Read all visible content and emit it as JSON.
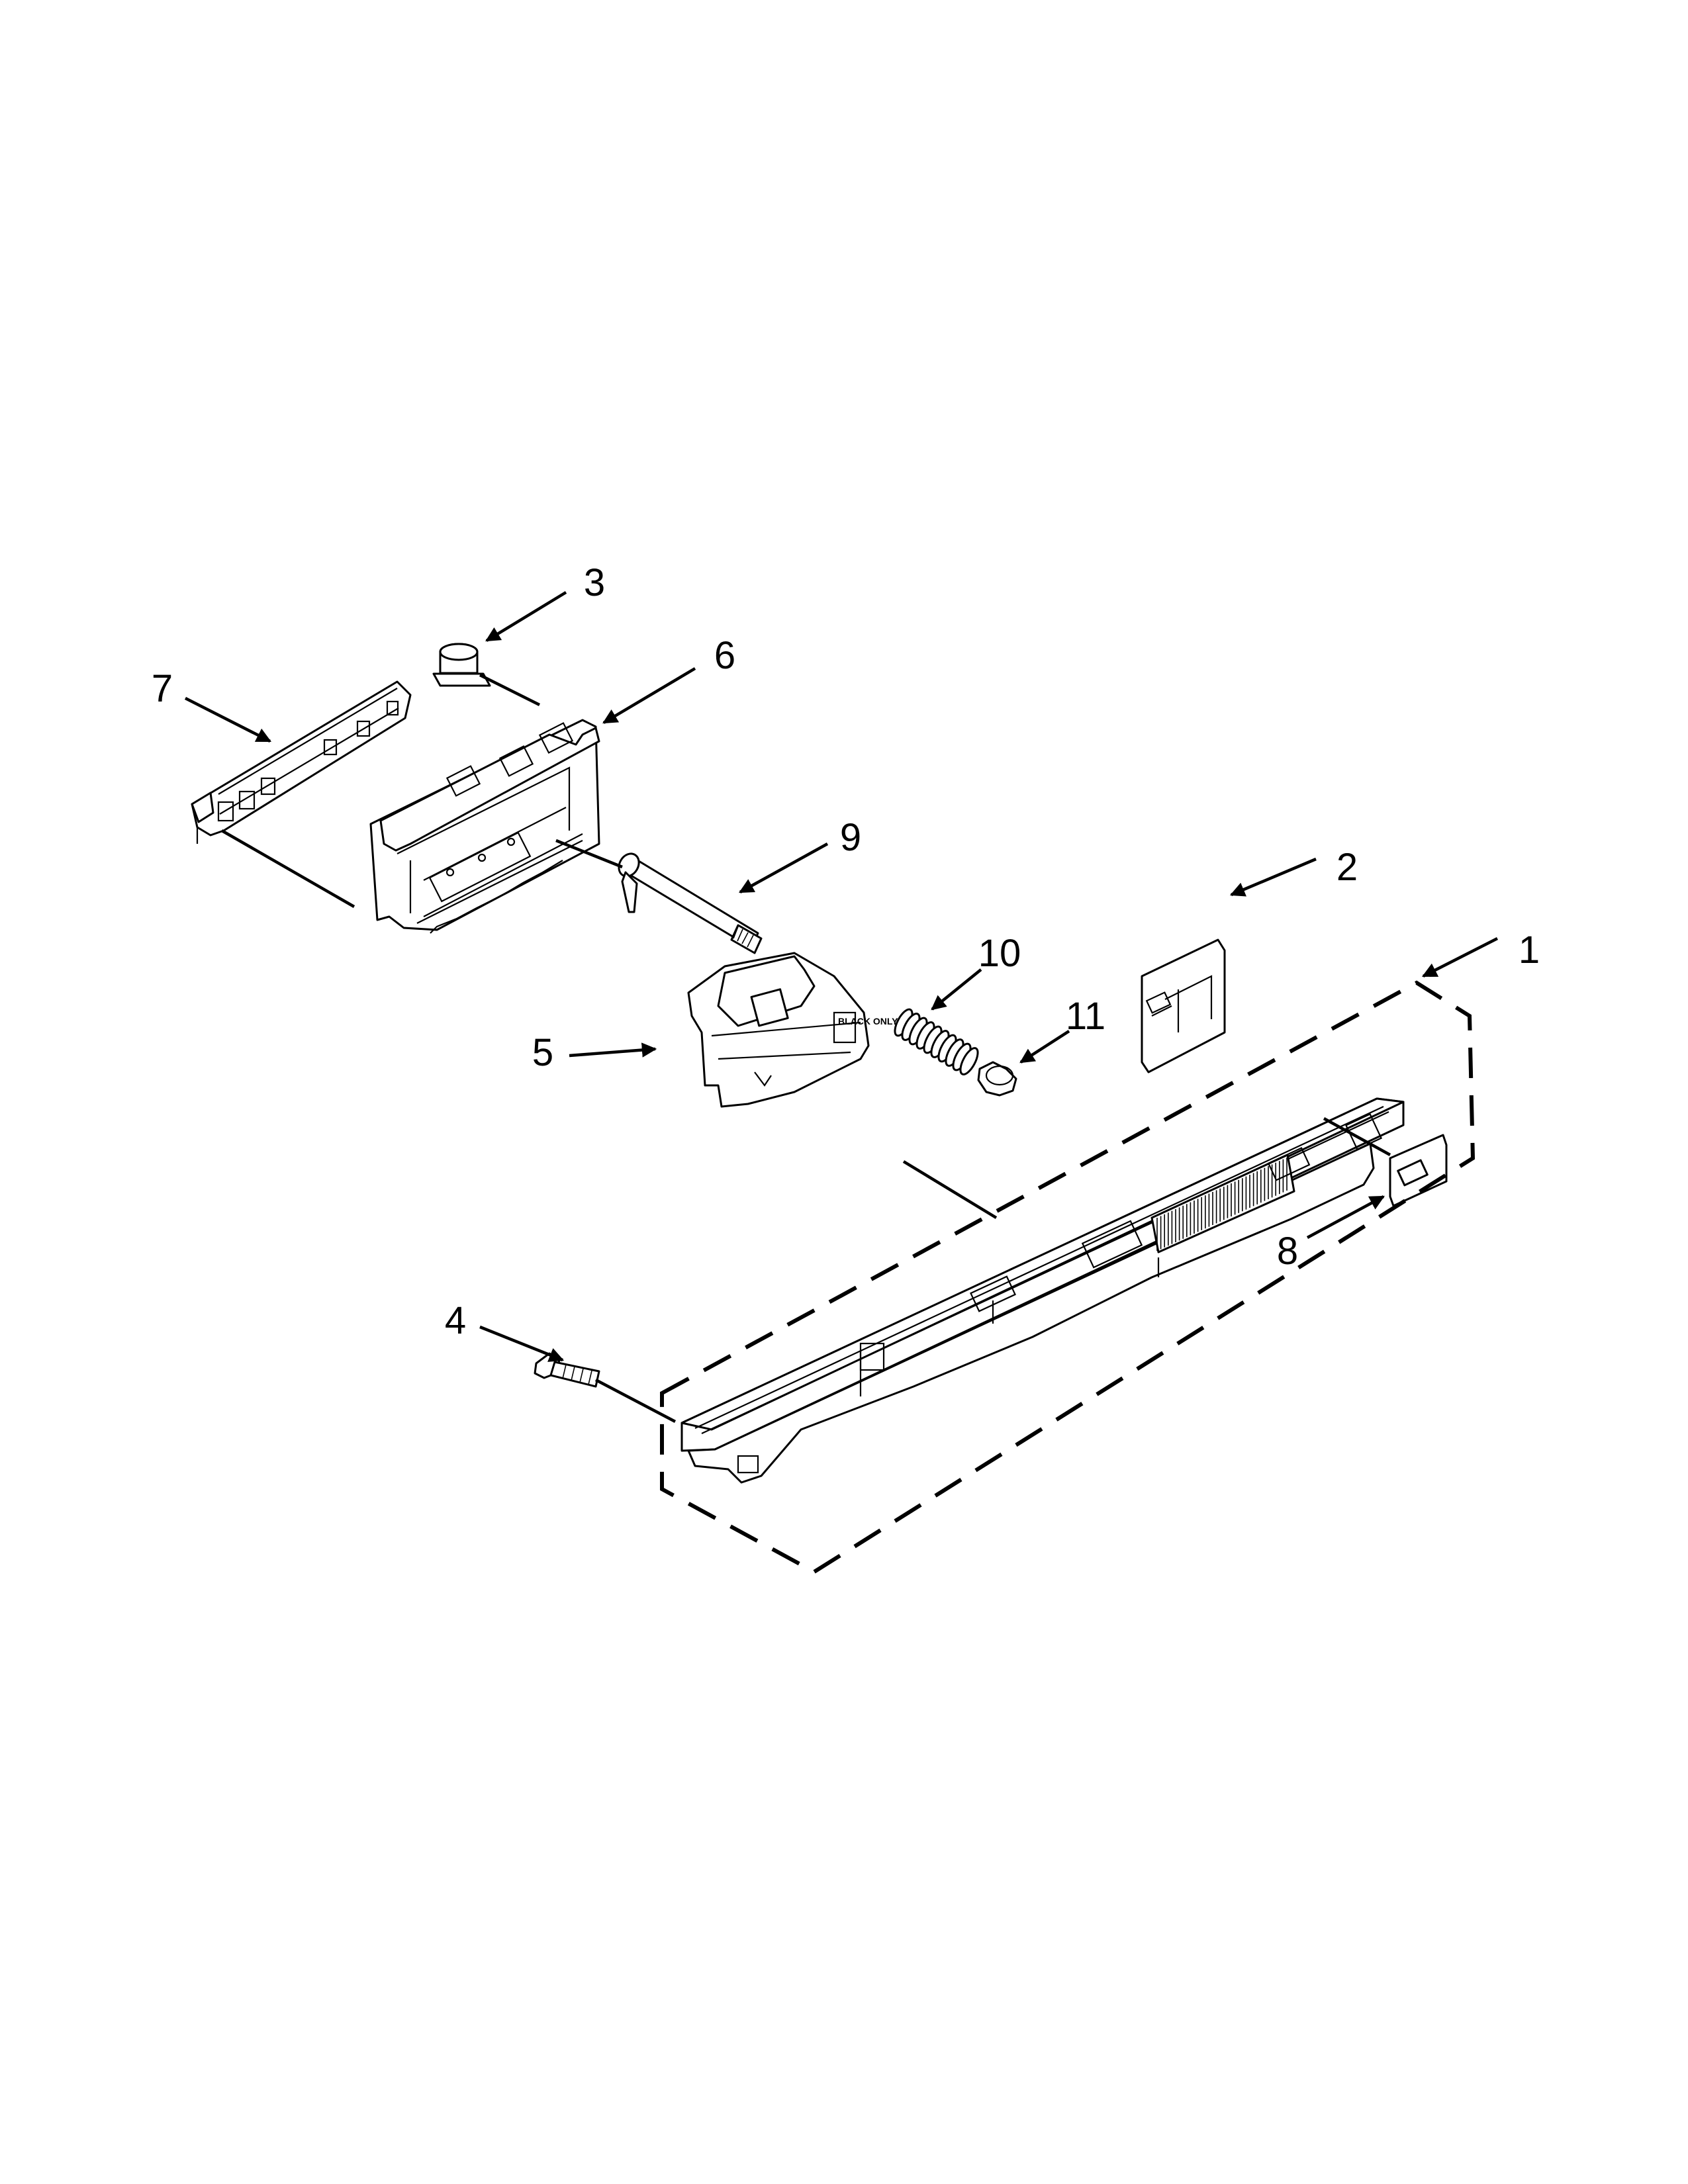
{
  "parts": [
    {
      "id": "part-1",
      "number": "1"
    },
    {
      "id": "part-2",
      "number": "2"
    },
    {
      "id": "part-3",
      "number": "3"
    },
    {
      "id": "part-4",
      "number": "4"
    },
    {
      "id": "part-5",
      "number": "5"
    },
    {
      "id": "part-6",
      "number": "6"
    },
    {
      "id": "part-7",
      "number": "7"
    },
    {
      "id": "part-8",
      "number": "8"
    },
    {
      "id": "part-9",
      "number": "9"
    },
    {
      "id": "part-10",
      "number": "10"
    },
    {
      "id": "part-11",
      "number": "11"
    }
  ],
  "part5_label": "BLACK ONLY"
}
